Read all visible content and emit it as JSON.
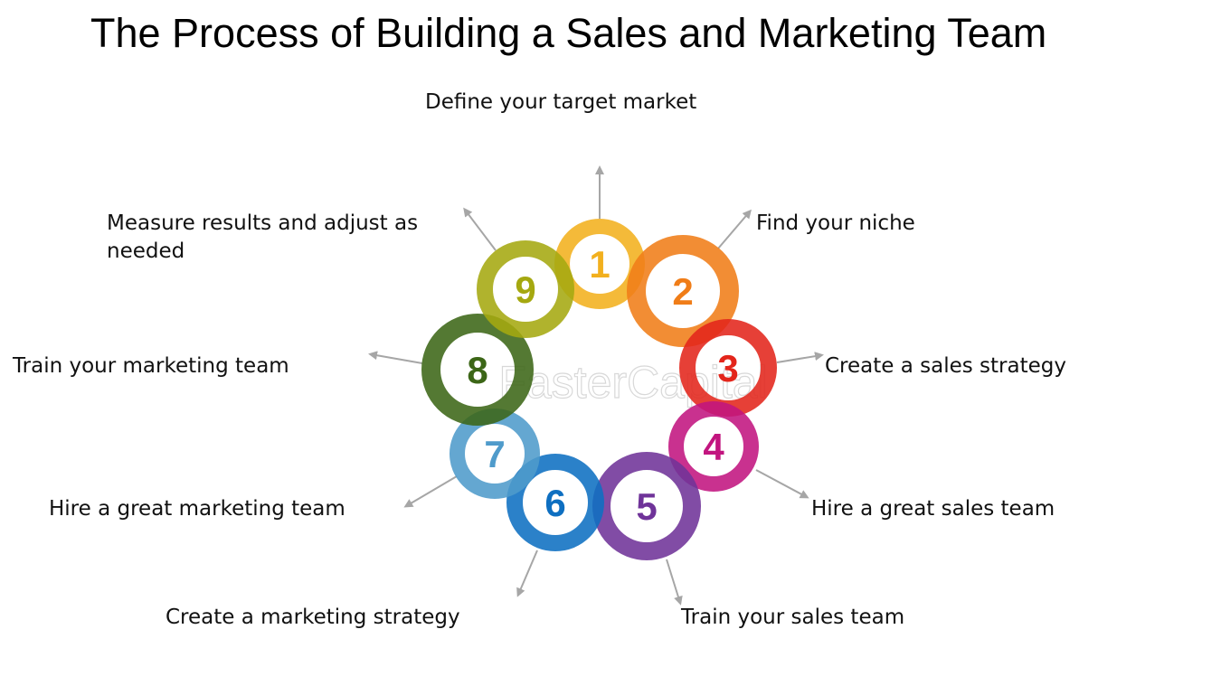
{
  "title": "The Process of Building a Sales and Marketing Team",
  "watermark": "FasterCapital",
  "steps": [
    {
      "number": "1",
      "label": "Define your target market",
      "color": "#f2b01e"
    },
    {
      "number": "2",
      "label": "Find your niche",
      "color": "#f07d18"
    },
    {
      "number": "3",
      "label": "Create a sales strategy",
      "color": "#e3251b"
    },
    {
      "number": "4",
      "label": "Hire a great sales team",
      "color": "#c2157f"
    },
    {
      "number": "5",
      "label": "Train your sales team",
      "color": "#6f3399"
    },
    {
      "number": "6",
      "label": "Create a marketing strategy",
      "color": "#0e6fc1"
    },
    {
      "number": "7",
      "label": "Hire a great marketing team",
      "color": "#4f9bcb"
    },
    {
      "number": "8",
      "label": "Train your marketing team",
      "color": "#3c6617"
    },
    {
      "number": "9",
      "label": "Measure results and adjust as needed",
      "color": "#a5a810"
    }
  ],
  "arrow_color": "#a6a6a6"
}
